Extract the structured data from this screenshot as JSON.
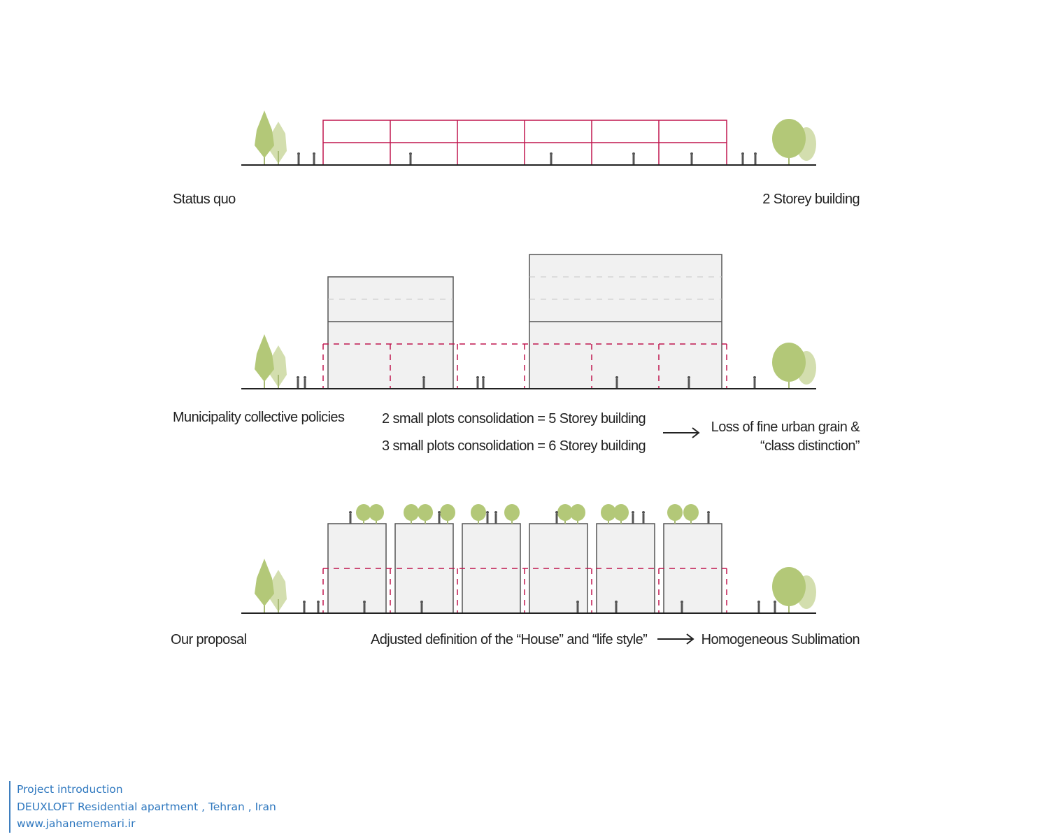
{
  "rows": [
    {
      "left_label": "Status quo",
      "right_label": "2 Storey building"
    },
    {
      "left_label": "Municipality collective policies",
      "middle_lines": [
        "2 small plots consolidation = 5 Storey building",
        "3 small plots consolidation = 6 Storey building"
      ],
      "right_lines": [
        "Loss of fine urban grain &",
        "“class distinction”"
      ]
    },
    {
      "left_label": "Our proposal",
      "middle_label": "Adjusted definition of the “House” and “life style”",
      "right_label": "Homogeneous Sublimation"
    }
  ],
  "footer": {
    "line1": "Project introduction",
    "line2": "DEUXLOFT Residential apartment , Tehran , Iran",
    "line3": "www.jahanememari.ir"
  },
  "colors": {
    "plot_red": "#c0174f",
    "tree_green": "#b3c878",
    "footer_blue": "#2f78bf"
  }
}
